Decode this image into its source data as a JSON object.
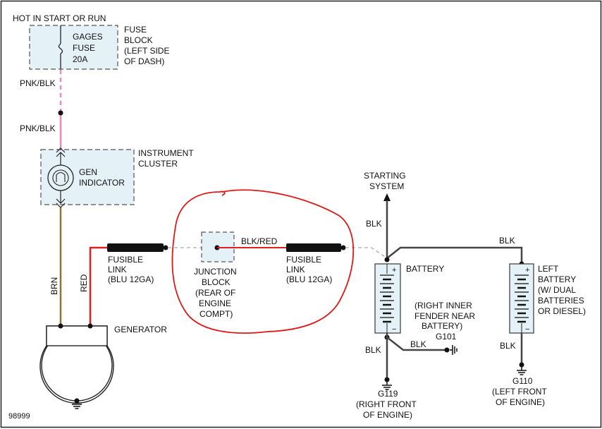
{
  "header": {
    "power_label": "HOT IN START OR RUN"
  },
  "fuse_block": {
    "fuse_label": [
      "GAGES",
      "FUSE",
      "20A"
    ],
    "location_label": [
      "FUSE",
      "BLOCK",
      "(LEFT SIDE",
      "OF DASH)"
    ]
  },
  "wires": {
    "pnk_blk_upper": "PNK/BLK",
    "pnk_blk_lower": "PNK/BLK",
    "brn": "BRN",
    "red": "RED",
    "blk_red": "BLK/RED",
    "blk_top_battery": "BLK",
    "blk_between_batteries": "BLK",
    "blk_right_ground": "BLK",
    "blk_left_ground": "BLK",
    "blk_g101": "BLK"
  },
  "instrument_cluster": {
    "label": [
      "INSTRUMENT",
      "CLUSTER"
    ],
    "indicator_label": [
      "GEN",
      "INDICATOR"
    ]
  },
  "fusible_link_left": [
    "FUSIBLE",
    "LINK",
    "(BLU 12GA)"
  ],
  "junction_block": [
    "JUNCTION",
    "BLOCK",
    "(REAR OF",
    "ENGINE",
    "COMPT)"
  ],
  "fusible_link_right": [
    "FUSIBLE",
    "LINK",
    "(BLU 12GA)"
  ],
  "starting_system": [
    "STARTING",
    "SYSTEM"
  ],
  "battery_right": {
    "label": "BATTERY",
    "plus": "+",
    "minus": "−"
  },
  "battery_left": {
    "label": [
      "LEFT",
      "BATTERY",
      "(W/ DUAL",
      "BATTERIES",
      "OR DIESEL)"
    ],
    "plus": "+",
    "minus": "−"
  },
  "ground_g101": [
    "(RIGHT INNER",
    "FENDER NEAR",
    "BATTERY)",
    "G101"
  ],
  "ground_g119": [
    "G119",
    "(RIGHT FRONT",
    "OF ENGINE)"
  ],
  "ground_g110": [
    "G110",
    "(LEFT FRONT",
    "OF ENGINE)"
  ],
  "generator": {
    "label": "GENERATOR"
  },
  "diagram_number": "98999",
  "colors": {
    "pink_wire": "#f08ab0",
    "brown_wire": "#8b7330",
    "red_wire": "#e02020",
    "black_wire": "#444444",
    "component_fill": "#e4f2f8",
    "annotation_red": "#e01818"
  }
}
